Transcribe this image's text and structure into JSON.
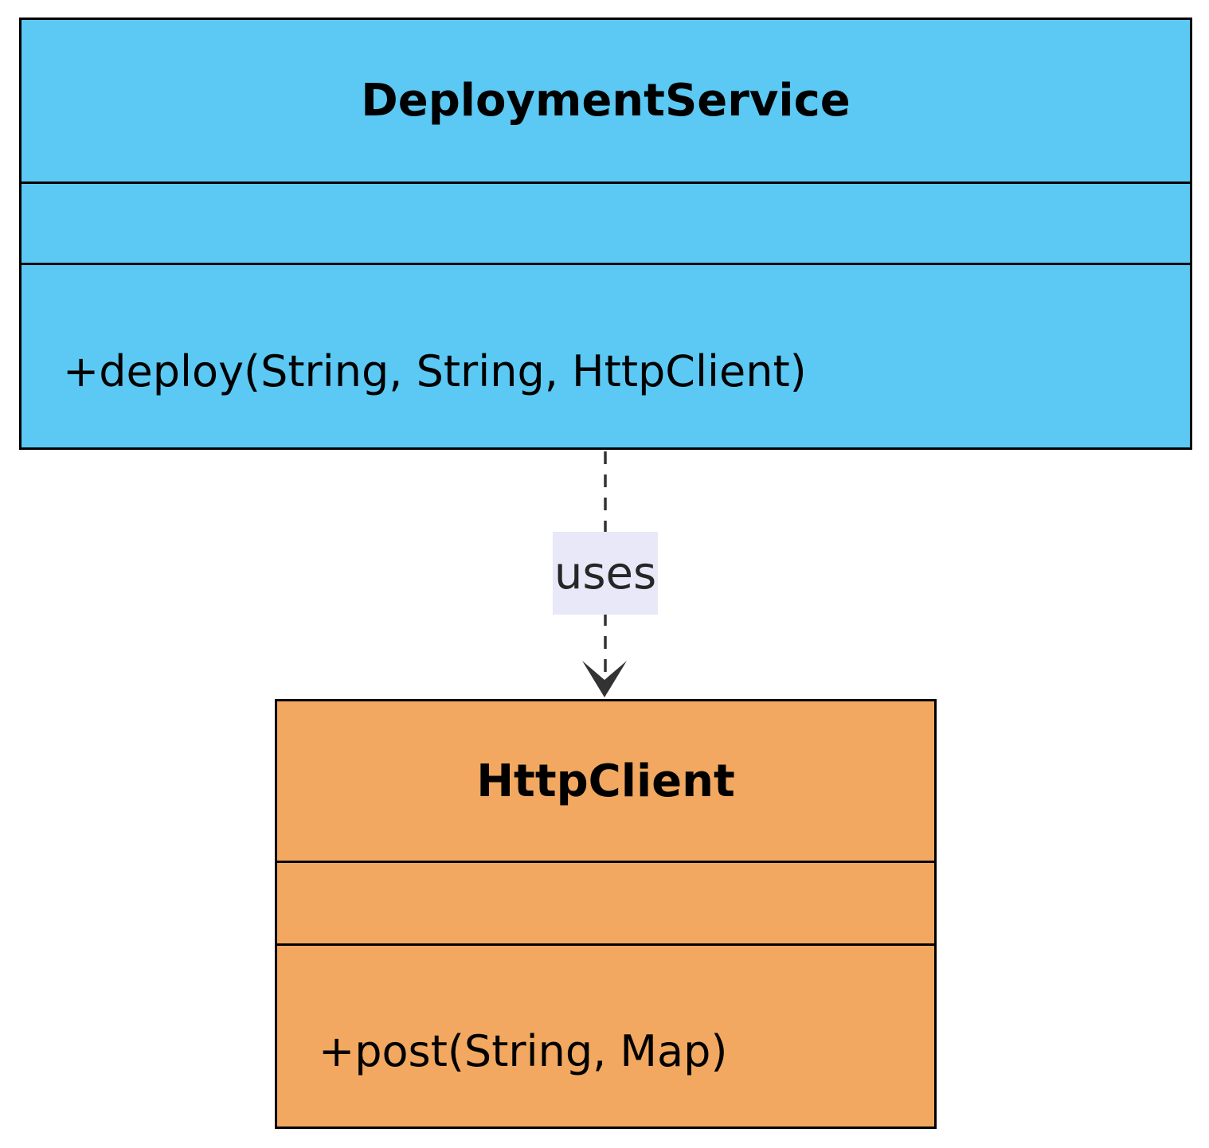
{
  "diagram": {
    "type": "uml-class-diagram",
    "classes": [
      {
        "name": "DeploymentService",
        "attributes": [],
        "methods": [
          "+deploy(String, String, HttpClient)"
        ],
        "fill_color": "#5BC9F3"
      },
      {
        "name": "HttpClient",
        "attributes": [],
        "methods": [
          "+post(String, Map)"
        ],
        "fill_color": "#F2A860"
      }
    ],
    "edge": {
      "label": "uses",
      "style": "dashed",
      "direction": "down",
      "from": "DeploymentService",
      "to": "HttpClient"
    },
    "colors": {
      "border": "#000000",
      "arrow": "#333333",
      "edge_label_background": "#E8E8F8",
      "text": "#000000",
      "page_background": "#ffffff"
    }
  }
}
